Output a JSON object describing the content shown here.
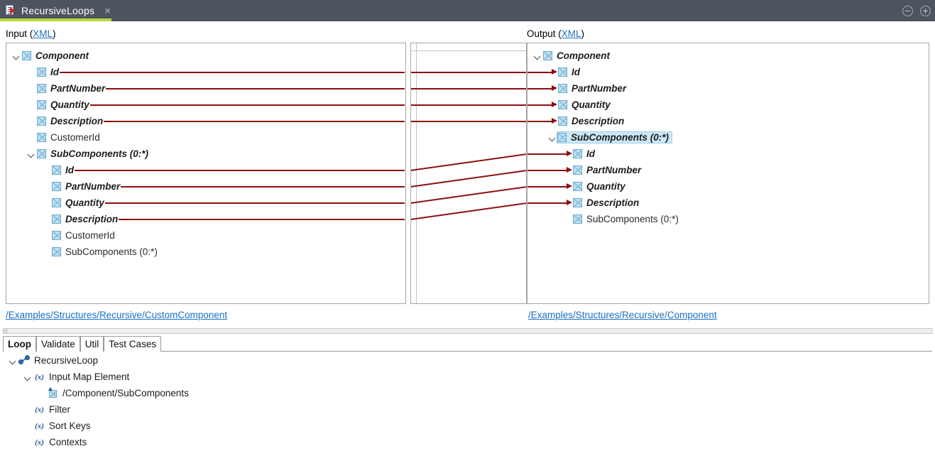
{
  "window": {
    "tab_title": "RecursiveLoops",
    "tab_icon": "document-run-icon",
    "close_label": "×",
    "accent_color": "#bdd63a",
    "titlebar_color": "#4e5360"
  },
  "headers": {
    "input_prefix": "Input (",
    "input_link": "XML",
    "input_suffix": ")",
    "output_prefix": "Output (",
    "output_link": "XML",
    "output_suffix": ")"
  },
  "input_tree": {
    "nodes": [
      {
        "label": "Component",
        "depth": 0,
        "mapped": true,
        "expanded": true,
        "mapline": false
      },
      {
        "label": "Id",
        "depth": 1,
        "mapped": true,
        "expanded": null,
        "mapline": true
      },
      {
        "label": "PartNumber",
        "depth": 1,
        "mapped": true,
        "expanded": null,
        "mapline": true
      },
      {
        "label": "Quantity",
        "depth": 1,
        "mapped": true,
        "expanded": null,
        "mapline": true
      },
      {
        "label": "Description",
        "depth": 1,
        "mapped": true,
        "expanded": null,
        "mapline": true
      },
      {
        "label": "CustomerId",
        "depth": 1,
        "mapped": false,
        "expanded": null,
        "mapline": false
      },
      {
        "label": "SubComponents (0:*)",
        "depth": 1,
        "mapped": true,
        "expanded": true,
        "mapline": false
      },
      {
        "label": "Id",
        "depth": 2,
        "mapped": true,
        "expanded": null,
        "mapline": true
      },
      {
        "label": "PartNumber",
        "depth": 2,
        "mapped": true,
        "expanded": null,
        "mapline": true
      },
      {
        "label": "Quantity",
        "depth": 2,
        "mapped": true,
        "expanded": null,
        "mapline": true
      },
      {
        "label": "Description",
        "depth": 2,
        "mapped": true,
        "expanded": null,
        "mapline": true
      },
      {
        "label": "CustomerId",
        "depth": 2,
        "mapped": false,
        "expanded": null,
        "mapline": false
      },
      {
        "label": "SubComponents (0:*)",
        "depth": 2,
        "mapped": false,
        "expanded": null,
        "mapline": false
      }
    ]
  },
  "output_tree": {
    "nodes": [
      {
        "label": "Component",
        "depth": 0,
        "mapped": true,
        "expanded": true,
        "arrow": false,
        "selected": false
      },
      {
        "label": "Id",
        "depth": 1,
        "mapped": true,
        "expanded": null,
        "arrow": true,
        "selected": false
      },
      {
        "label": "PartNumber",
        "depth": 1,
        "mapped": true,
        "expanded": null,
        "arrow": true,
        "selected": false
      },
      {
        "label": "Quantity",
        "depth": 1,
        "mapped": true,
        "expanded": null,
        "arrow": true,
        "selected": false
      },
      {
        "label": "Description",
        "depth": 1,
        "mapped": true,
        "expanded": null,
        "arrow": true,
        "selected": false
      },
      {
        "label": "SubComponents (0:*)",
        "depth": 1,
        "mapped": true,
        "expanded": true,
        "arrow": false,
        "selected": true
      },
      {
        "label": "Id",
        "depth": 2,
        "mapped": true,
        "expanded": null,
        "arrow": true,
        "selected": false
      },
      {
        "label": "PartNumber",
        "depth": 2,
        "mapped": true,
        "expanded": null,
        "arrow": true,
        "selected": false
      },
      {
        "label": "Quantity",
        "depth": 2,
        "mapped": true,
        "expanded": null,
        "arrow": true,
        "selected": false
      },
      {
        "label": "Description",
        "depth": 2,
        "mapped": true,
        "expanded": null,
        "arrow": true,
        "selected": false
      },
      {
        "label": "SubComponents (0:*)",
        "depth": 2,
        "mapped": false,
        "expanded": null,
        "arrow": false,
        "selected": false
      }
    ]
  },
  "connections": {
    "line_color": "#8b0f12",
    "links": [
      {
        "from": "Component/Id",
        "to": "Component/Id",
        "row_in": 1,
        "row_out": 1
      },
      {
        "from": "Component/PartNumber",
        "to": "Component/PartNumber",
        "row_in": 2,
        "row_out": 2
      },
      {
        "from": "Component/Quantity",
        "to": "Component/Quantity",
        "row_in": 3,
        "row_out": 3
      },
      {
        "from": "Component/Description",
        "to": "Component/Description",
        "row_in": 4,
        "row_out": 4
      },
      {
        "from": "SubComponents/Id",
        "to": "SubComponents/Id",
        "row_in": 7,
        "row_out": 6
      },
      {
        "from": "SubComponents/PartNumber",
        "to": "SubComponents/PartNumber",
        "row_in": 8,
        "row_out": 7
      },
      {
        "from": "SubComponents/Quantity",
        "to": "SubComponents/Quantity",
        "row_in": 9,
        "row_out": 8
      },
      {
        "from": "SubComponents/Description",
        "to": "SubComponents/Description",
        "row_in": 10,
        "row_out": 9
      }
    ]
  },
  "paths": {
    "input": "/Examples/Structures/Recursive/CustomComponent",
    "output": "/Examples/Structures/Recursive/Component"
  },
  "bottom_tabs": {
    "items": [
      {
        "label": "Loop",
        "active": true
      },
      {
        "label": "Validate",
        "active": false
      },
      {
        "label": "Util",
        "active": false
      },
      {
        "label": "Test Cases",
        "active": false
      }
    ]
  },
  "loop_tree": {
    "nodes": [
      {
        "label": "RecursiveLoop",
        "depth": 0,
        "icon": "loop-icon",
        "expanded": true
      },
      {
        "label": "Input Map Element",
        "depth": 1,
        "icon": "fx-icon",
        "expanded": true
      },
      {
        "label": "/Component/SubComponents",
        "depth": 2,
        "icon": "element-ref-icon",
        "expanded": null
      },
      {
        "label": "Filter",
        "depth": 1,
        "icon": "fx-icon",
        "expanded": null
      },
      {
        "label": "Sort Keys",
        "depth": 1,
        "icon": "fx-icon",
        "expanded": null
      },
      {
        "label": "Contexts",
        "depth": 1,
        "icon": "fx-icon",
        "expanded": null
      }
    ],
    "fx_glyph": "(x)"
  }
}
